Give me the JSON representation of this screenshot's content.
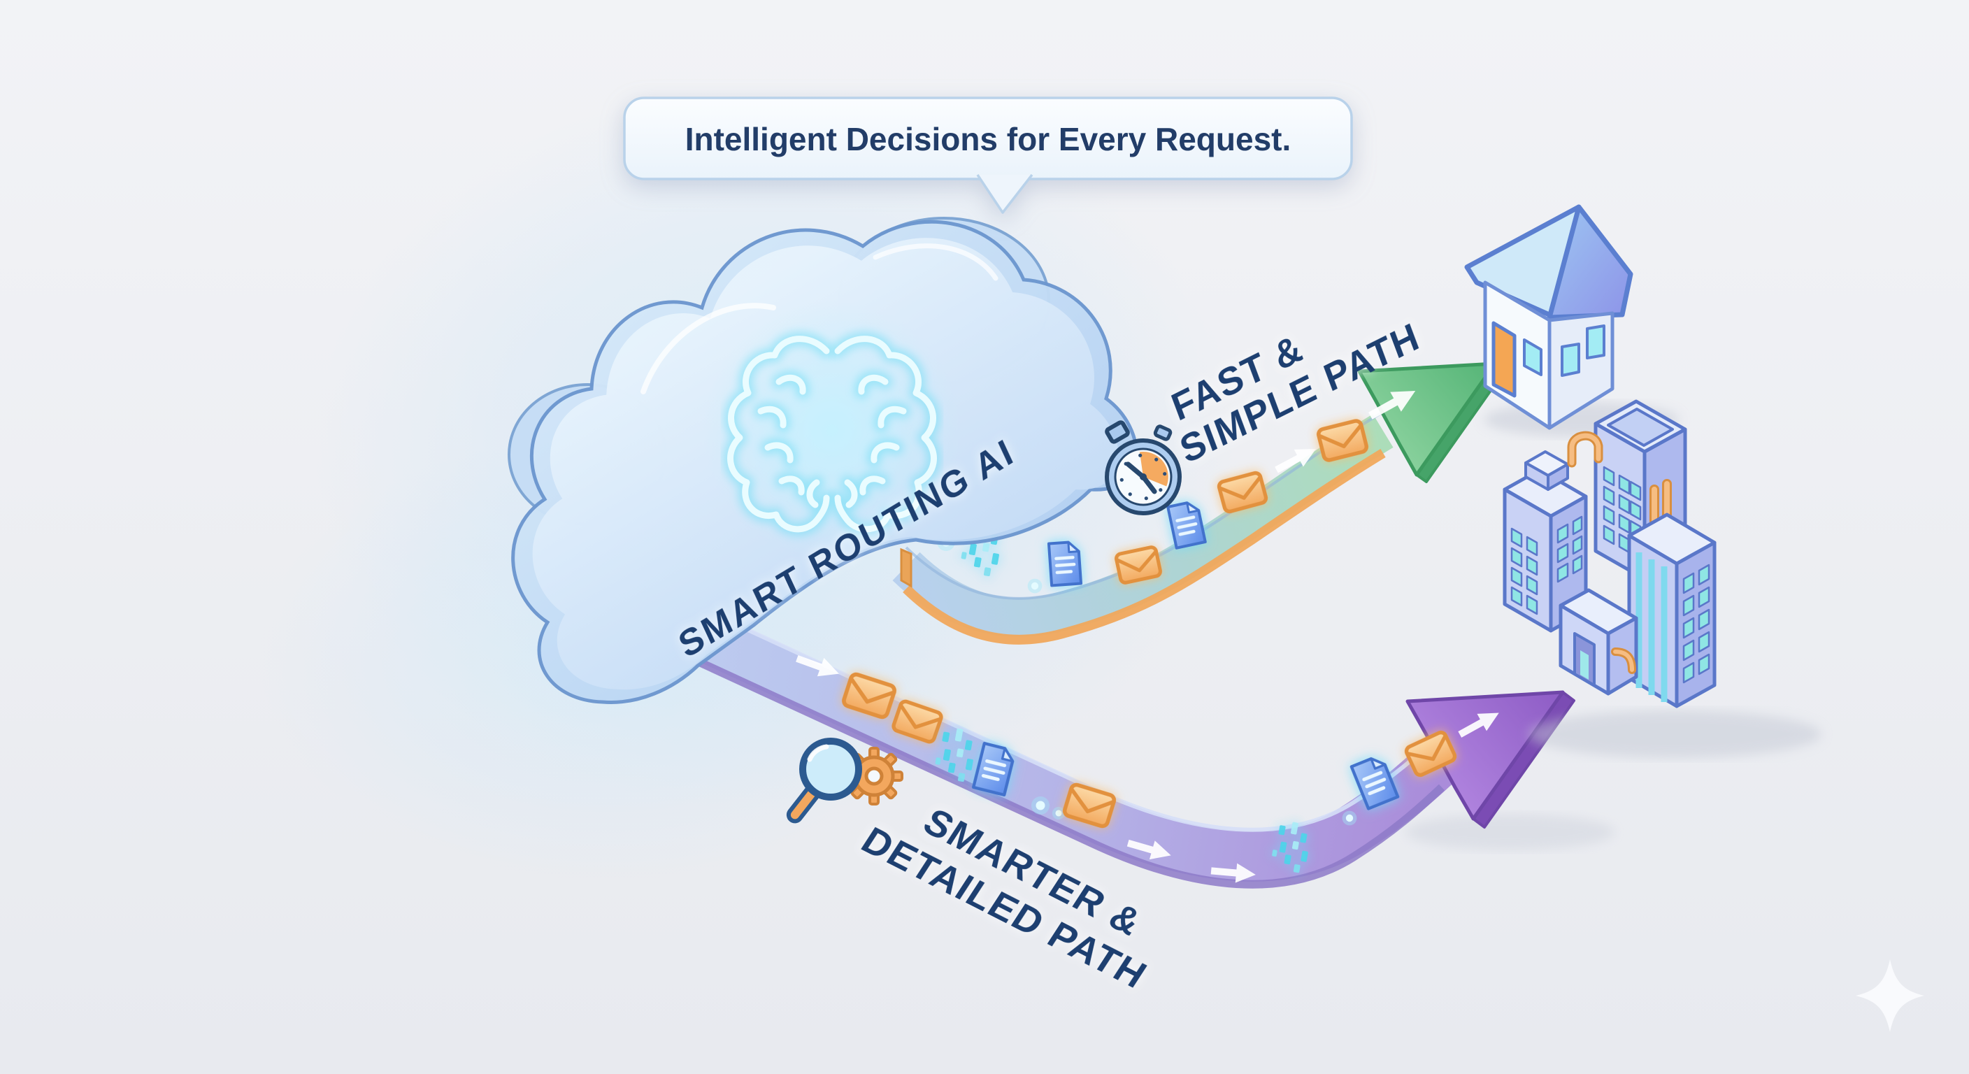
{
  "bubble": {
    "text": "Intelligent Decisions for Every Request."
  },
  "cloud": {
    "label": "SMART ROUTING AI",
    "icon": "brain-icon",
    "glow_color": "#79dff2"
  },
  "fast_path": {
    "label_line1": "FAST &",
    "label_line2": "SIMPLE PATH",
    "badge_icon": "stopwatch-icon",
    "arrow_color": "#57b677",
    "band_edge_color": "#f0a85c",
    "destination": "house",
    "cargo": [
      "envelope",
      "document",
      "data-bits",
      "motion-arrow"
    ]
  },
  "detailed_path": {
    "label_line1": "SMARTER &",
    "label_line2": "DETAILED PATH",
    "badge_icon": "magnifier-gear-icon",
    "arrow_color": "#9468cc",
    "destination": "office-buildings",
    "cargo": [
      "envelope",
      "document",
      "data-bits",
      "motion-arrow"
    ]
  },
  "colors": {
    "background": "#eef0f4",
    "label_navy": "#1d3f70",
    "cloud_fill": "#c8def6",
    "cloud_outline": "#6d97cf",
    "neon_brain": "#7fe2f6",
    "envelope_orange": "#f3aa60",
    "document_blue": "#5d8cea",
    "green_arrow": "#57b677",
    "purple_arrow": "#9468cc",
    "path_blue": "#b7cdec"
  },
  "watermark": {
    "icon": "sparkle-icon"
  }
}
